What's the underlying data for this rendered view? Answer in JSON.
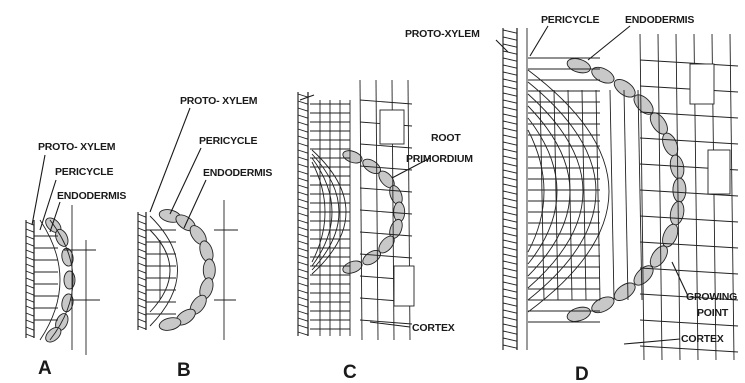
{
  "labels": {
    "a_protoxylem": "PROTO- XYLEM",
    "a_pericycle": "PERICYCLE",
    "a_endodermis": "ENDODERMIS",
    "b_protoxylem": "PROTO- XYLEM",
    "b_pericycle": "PERICYCLE",
    "b_endodermis": "ENDODERMIS",
    "c_root": "ROOT",
    "c_primordium": "PRIMORDIUM",
    "c_cortex": "CORTEX",
    "d_protoxylem": "PROTO-XYLEM",
    "d_pericycle": "PERICYCLE",
    "d_endodermis": "ENDODERMIS",
    "d_growing": "GROWING",
    "d_point": "POINT",
    "d_cortex": "CORTEX"
  },
  "panels": [
    "A",
    "B",
    "C",
    "D"
  ]
}
